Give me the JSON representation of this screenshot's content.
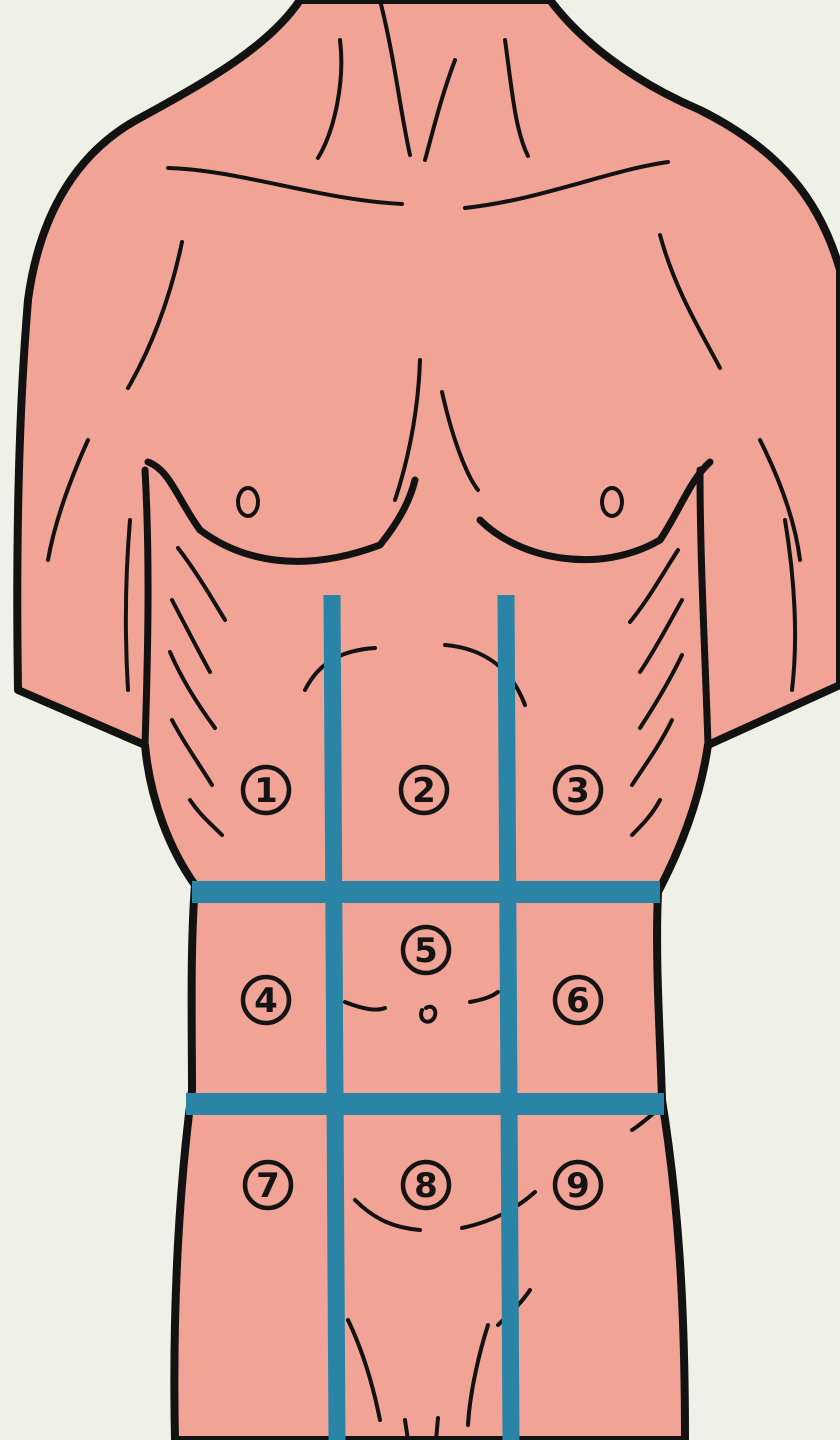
{
  "figure": {
    "background_color": "#eff0e6",
    "skin_color": "#f1a396",
    "outline_color": "#121212",
    "grid_line_color": "#2a84a6"
  },
  "regions": [
    {
      "id": "1",
      "label": "1"
    },
    {
      "id": "2",
      "label": "2"
    },
    {
      "id": "3",
      "label": "3"
    },
    {
      "id": "4",
      "label": "4"
    },
    {
      "id": "5",
      "label": "5"
    },
    {
      "id": "6",
      "label": "6"
    },
    {
      "id": "7",
      "label": "7"
    },
    {
      "id": "8",
      "label": "8"
    },
    {
      "id": "9",
      "label": "9"
    }
  ]
}
